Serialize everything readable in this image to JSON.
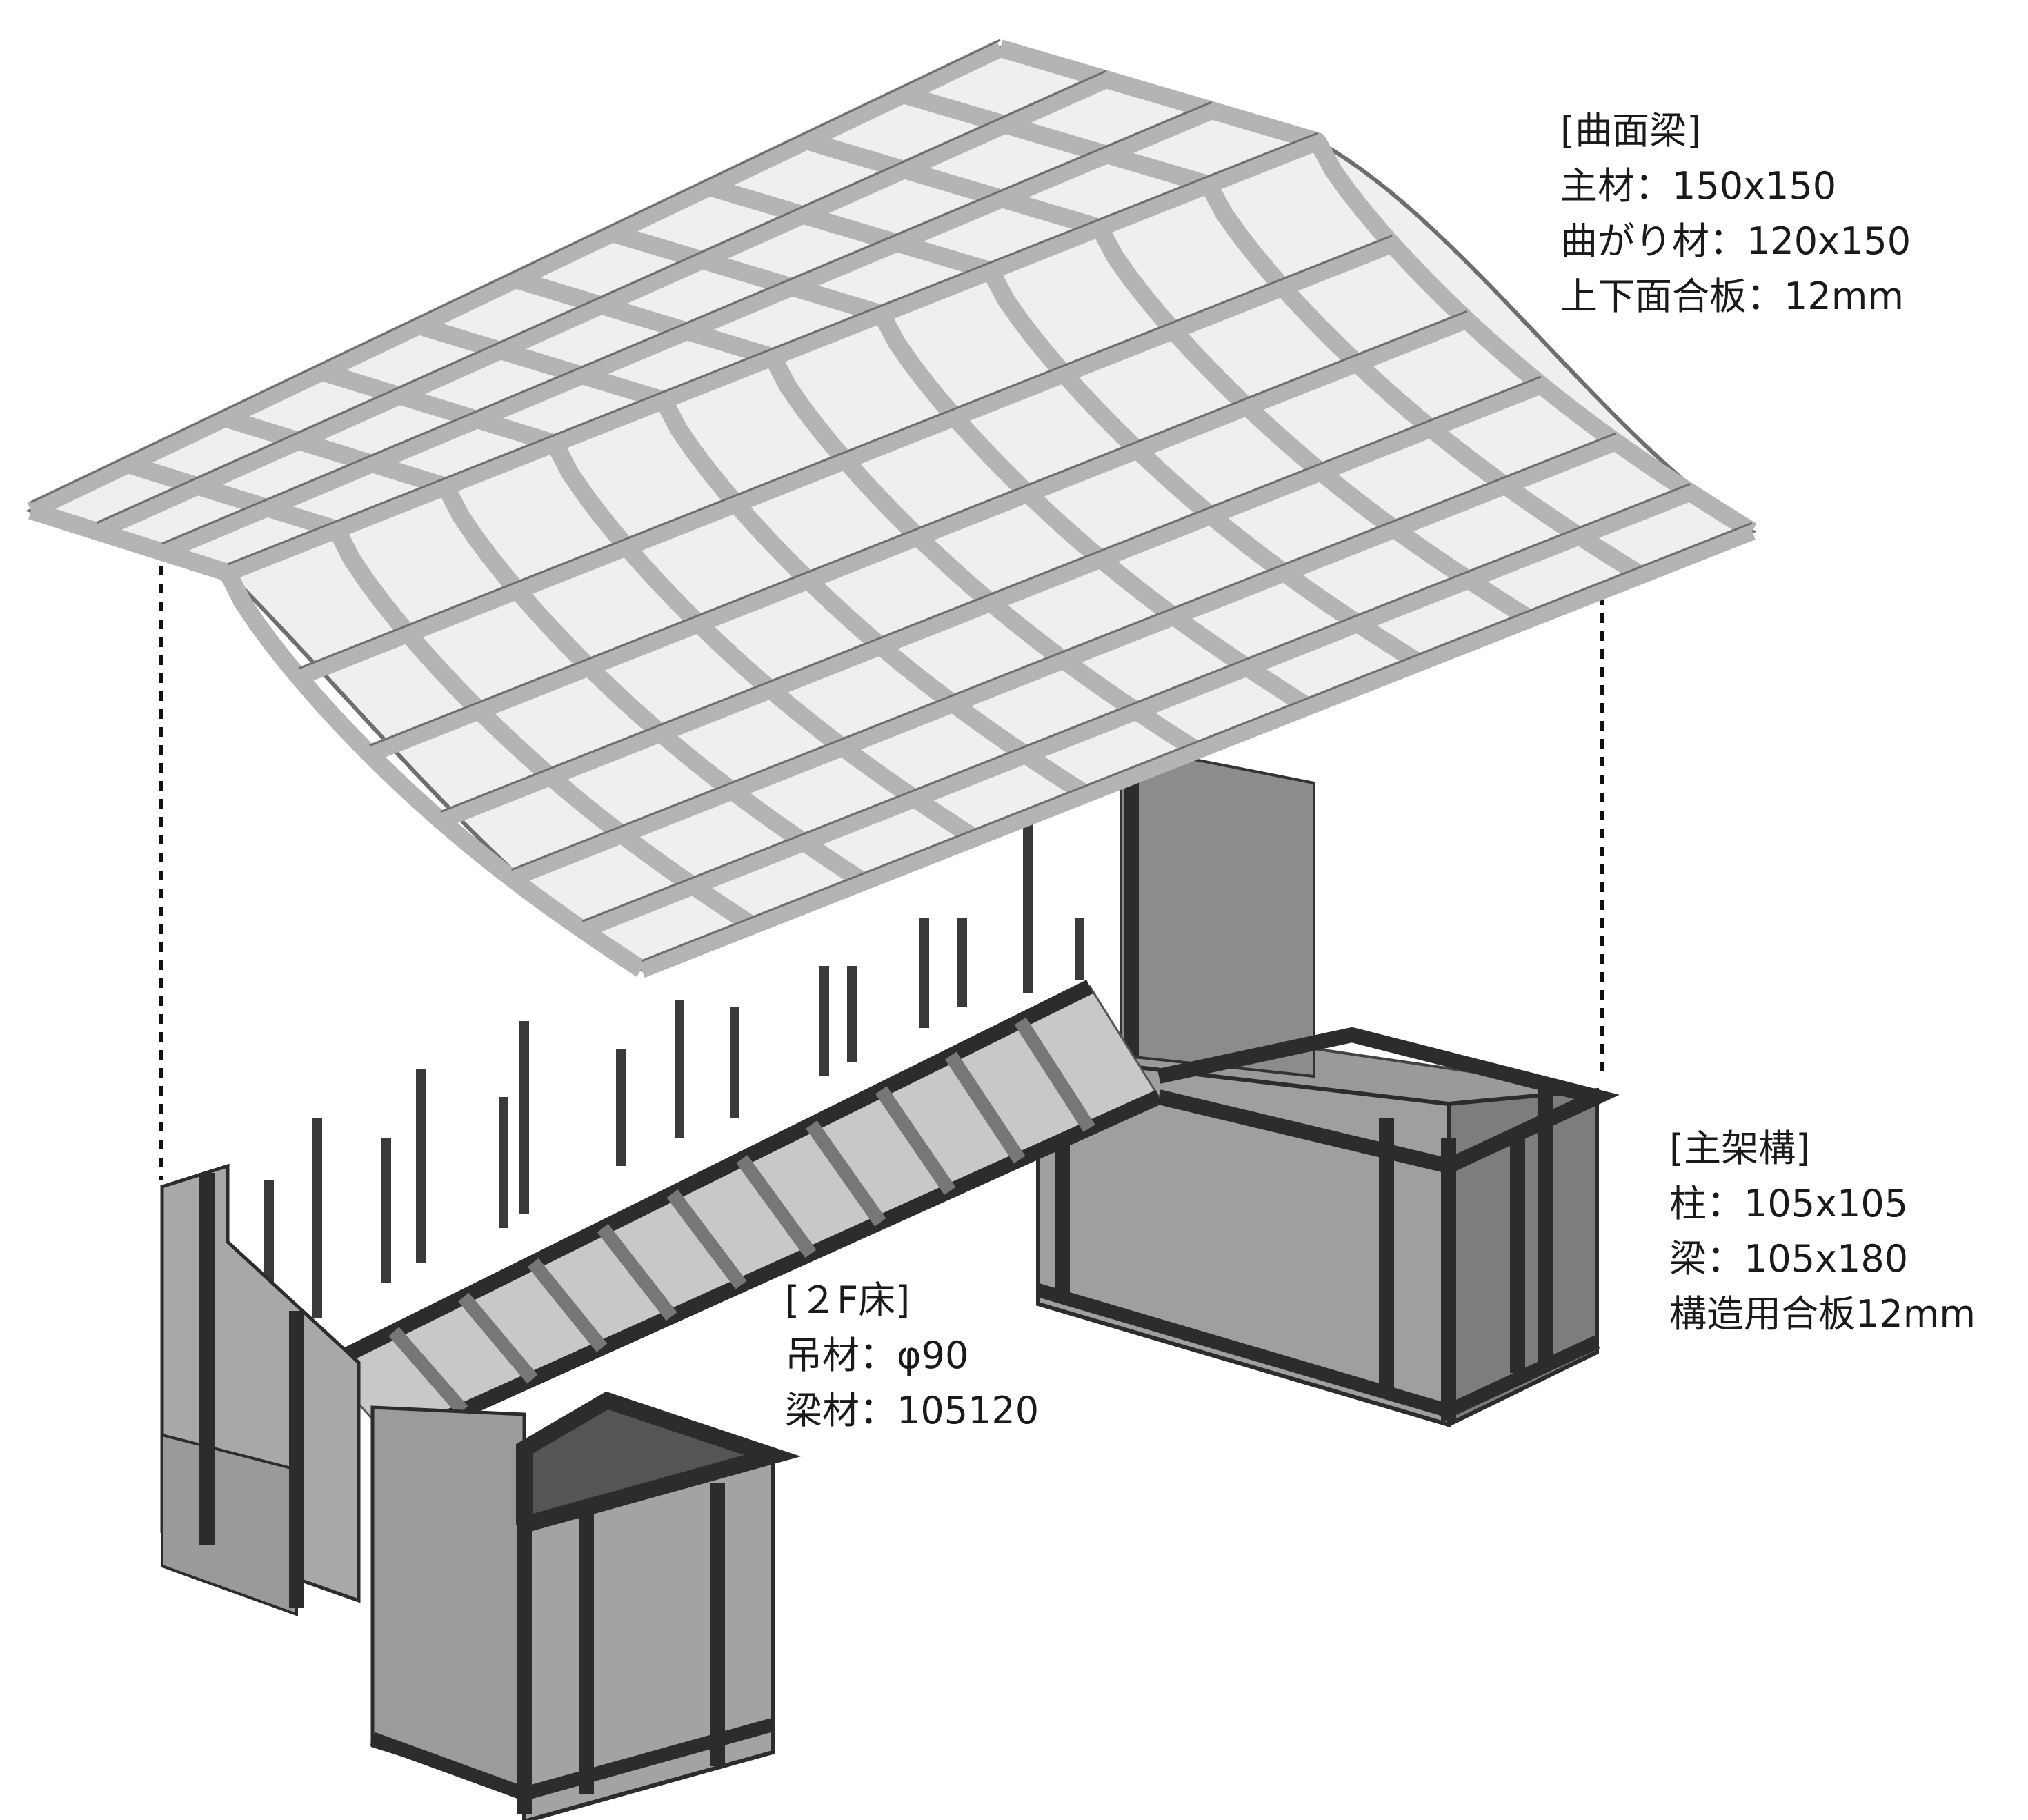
{
  "labels": {
    "roof": {
      "heading": "[曲面梁]",
      "lines": [
        "主材：150x150",
        "曲がり材：120x150",
        "上下面合板：12mm"
      ]
    },
    "frame": {
      "heading": "[主架構]",
      "lines": [
        "柱：105x105",
        "梁：105x180",
        "構造用合板12mm"
      ]
    },
    "floor": {
      "heading": "[２F床]",
      "lines": [
        "吊材：φ90",
        "梁材：105120"
      ]
    }
  },
  "colors": {
    "roof_panel": "#efefef",
    "roof_beam": "#b4b4b4",
    "beam_outline": "#6e6e6e",
    "wall_light": "#a8a8a8",
    "wall_mid": "#8c8c8c",
    "member_dark": "#2c2c2c",
    "leader_line": "#111111"
  }
}
